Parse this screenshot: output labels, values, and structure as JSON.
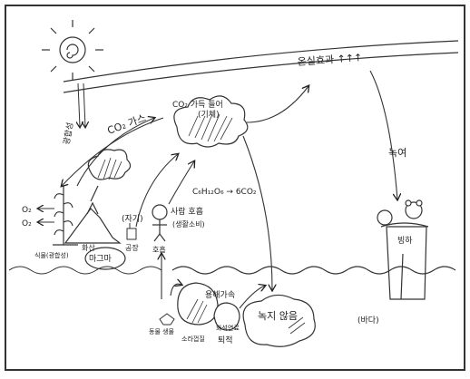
{
  "labels": {
    "global_warming": "온실효과 ↑↑↑",
    "photosynthesis": "광합성",
    "co2_gas": "CO₂ 가스",
    "co2_cloud": "CO₂ 가득 들어",
    "co2_cloud_sub": "(기체)",
    "o2_top": "O₂",
    "o2_bottom": "O₂",
    "plant_label": "식물(광합성)",
    "volcano": "화산",
    "magma": "마그마",
    "engine": "공장",
    "person_label": "(자기)",
    "respiration": "사람 호흡",
    "respiration_sub": "(생활소비)",
    "breath": "호흡",
    "equation": "C₆H₁₂O₆ → 6CO₂",
    "melting": "녹여",
    "glacier": "빙하",
    "seawater": "(바다)",
    "dissolve": "용해가속",
    "fossil": "화석연료",
    "organism": "동물 생물",
    "coral": "소라껍질",
    "sediment": "퇴적",
    "dissolved_co2": "녹지 않음"
  }
}
